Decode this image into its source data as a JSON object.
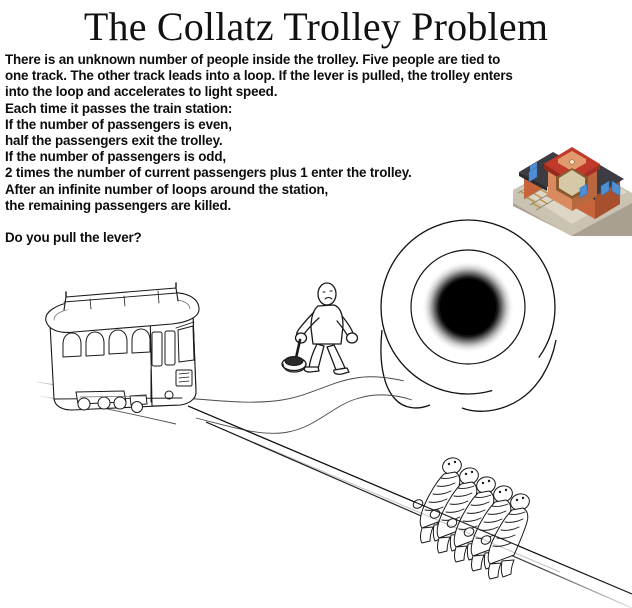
{
  "meme": {
    "title": "The Collatz Trolley Problem",
    "background_color": "#ffffff",
    "ink_color": "#111111"
  },
  "body": {
    "lines": [
      "There is an unknown number of people inside the trolley. Five people are tied to",
      "one track. The other track leads into a loop. If the lever is pulled, the trolley enters",
      "into the loop and accelerates to light speed.",
      "Each time it passes the train station:",
      "If the number of passengers is even,",
      "half the passengers exit the trolley.",
      "If the number of passengers is odd,",
      "2 times the number of current passengers plus 1 enter the trolley.",
      "After an infinite number of loops around the station,",
      "the remaining passengers are killed."
    ],
    "question": "Do you pull the lever?"
  },
  "scene": {
    "trolley_label": "trolley",
    "lever_operator_label": "person at lever",
    "lever_label": "lever",
    "victims_label": "five people tied to the track",
    "victims_count": 5,
    "black_hole_label": "black hole at center of loop",
    "loop_label": "looping track",
    "station_label": "train station",
    "straight_track_label": "straight track toward tied people",
    "loop_track_label": "track branching into the loop"
  },
  "colors": {
    "station_roof_red": "#c0392b",
    "station_roof_dark": "#3c3c42",
    "station_wall_orange": "#c8643c",
    "station_wall_light": "#d98a5e",
    "station_window_blue": "#4f8fd6",
    "station_platform": "#cbc3b2",
    "station_platform_dark": "#a8a091",
    "station_tie_yellow": "#e0b24a",
    "station_rail_gray": "#8c8878",
    "black_hole": "#000000",
    "sketch_line": "#1a1a1a",
    "track_line_light": "#6f6f6f"
  }
}
